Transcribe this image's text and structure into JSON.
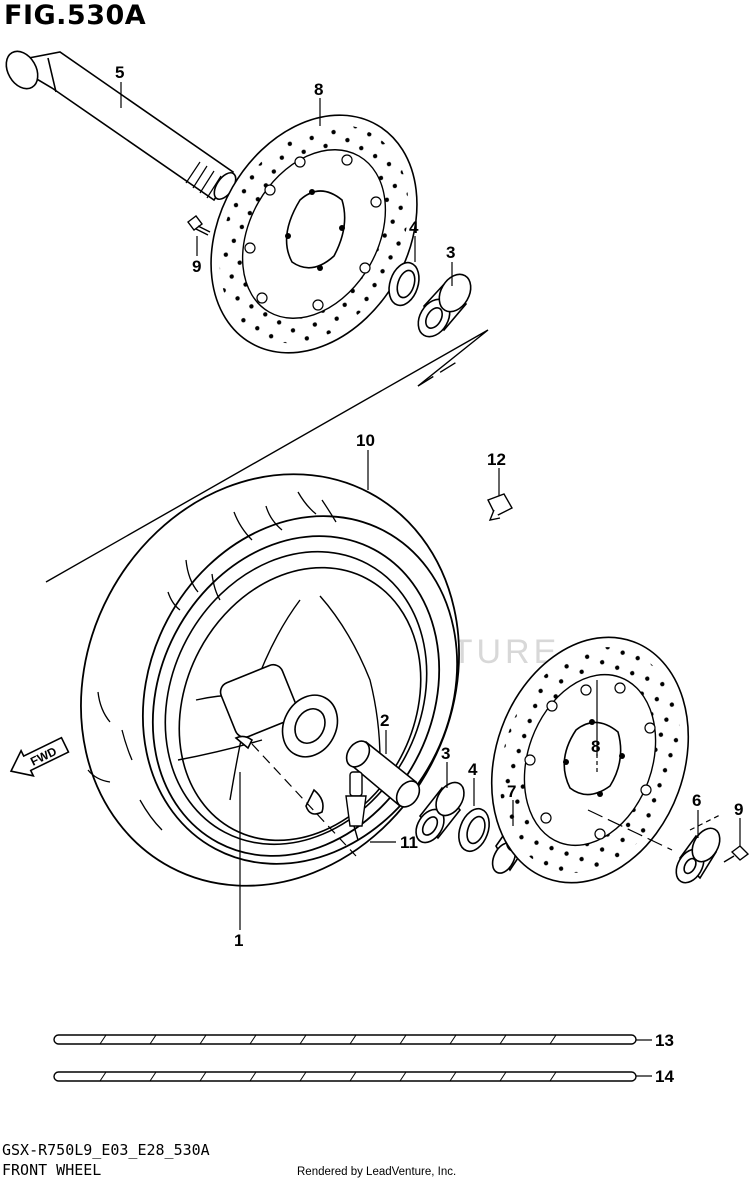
{
  "figure": {
    "title": "FIG.530A"
  },
  "footer": {
    "code": "GSX-R750L9_E03_E28_530A",
    "name": "FRONT WHEEL",
    "credit": "Rendered by LeadVenture, Inc."
  },
  "watermark": "LEADVENTURE",
  "direction_label": "FWD",
  "callouts": {
    "c1": "1",
    "c2": "2",
    "c3a": "3",
    "c3b": "3",
    "c4a": "4",
    "c4b": "4",
    "c5": "5",
    "c6": "6",
    "c7": "7",
    "c8a": "8",
    "c8b": "8",
    "c9a": "9",
    "c9b": "9",
    "c10": "10",
    "c11": "11",
    "c12": "12",
    "c13": "13",
    "c14": "14"
  }
}
